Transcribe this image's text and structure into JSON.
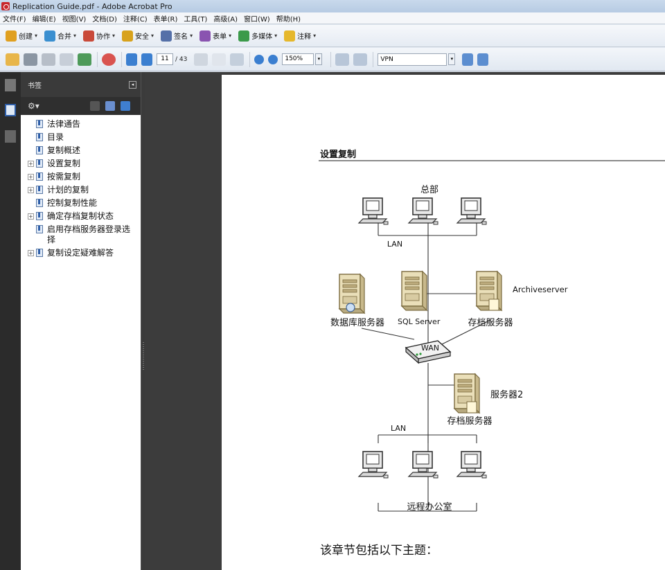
{
  "window": {
    "title": "Replication Guide.pdf - Adobe Acrobat Pro"
  },
  "menu": [
    "文件(F)",
    "编辑(E)",
    "视图(V)",
    "文档(D)",
    "注释(C)",
    "表单(R)",
    "工具(T)",
    "高级(A)",
    "窗口(W)",
    "帮助(H)"
  ],
  "tasks": [
    {
      "label": "创建",
      "icon": "create-icon",
      "color": "#e0a020"
    },
    {
      "label": "合并",
      "icon": "combine-icon",
      "color": "#3a8fd0"
    },
    {
      "label": "协作",
      "icon": "collaborate-icon",
      "color": "#c94a3a"
    },
    {
      "label": "安全",
      "icon": "lock-icon",
      "color": "#d8a21c"
    },
    {
      "label": "签名",
      "icon": "pen-icon",
      "color": "#5570a8"
    },
    {
      "label": "表单",
      "icon": "form-icon",
      "color": "#8a54b0"
    },
    {
      "label": "多媒体",
      "icon": "multimedia-icon",
      "color": "#3b9a4a"
    },
    {
      "label": "注释",
      "icon": "comment-icon",
      "color": "#e6b82c"
    }
  ],
  "toolbar": {
    "current_page": "11",
    "total_pages": "/ 43",
    "zoom": "150%",
    "search": "VPN"
  },
  "bookmarks": {
    "title": "书签",
    "items": [
      {
        "label": "法律通告",
        "expandable": false
      },
      {
        "label": "目录",
        "expandable": false
      },
      {
        "label": "复制概述",
        "expandable": false
      },
      {
        "label": "设置复制",
        "expandable": true
      },
      {
        "label": "按需复制",
        "expandable": true
      },
      {
        "label": "计划的复制",
        "expandable": true
      },
      {
        "label": "控制复制性能",
        "expandable": false
      },
      {
        "label": "确定存档复制状态",
        "expandable": true
      },
      {
        "label": "启用存档服务器登录选择",
        "expandable": false
      },
      {
        "label": "复制设定疑难解答",
        "expandable": true
      }
    ]
  },
  "document": {
    "section_title": "设置复制",
    "diagram": {
      "hq": "总部",
      "lan_top": "LAN",
      "db_server": "数据库服务器",
      "sql_server": "SQL Server",
      "archiveserver": "Archiveserver",
      "archive_server_top": "存档服务器",
      "wan": "WAN",
      "server2": "服务器2",
      "archive_server_bottom": "存档服务器",
      "lan_bottom": "LAN",
      "remote_office": "远程办公室"
    },
    "topics_heading": "该章节包括以下主题："
  }
}
